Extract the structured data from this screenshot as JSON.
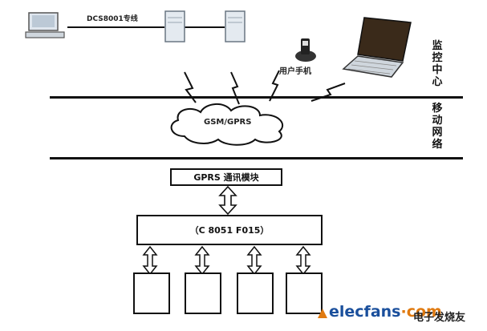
{
  "tiers": {
    "monitoring_center": "监控中心",
    "mobile_network": "移动网络",
    "field_end": ""
  },
  "top": {
    "link_label": "DCS8001专线",
    "nodes": [
      {
        "icon": "desktop-computer-icon",
        "label": ""
      },
      {
        "icon": "server-icon",
        "label": ""
      },
      {
        "icon": "server-icon",
        "label": ""
      },
      {
        "icon": "mobile-phone-icon",
        "label": "用户手机"
      },
      {
        "icon": "laptop-icon",
        "label": ""
      }
    ]
  },
  "network": {
    "cloud_label": "GSM/GPRS"
  },
  "field": {
    "gprs_module": "GPRS 通讯模块",
    "host_title": "",
    "host_model": "（C 8051 F015）",
    "modules": [
      "",
      "",
      "",
      ""
    ]
  },
  "watermark": {
    "brand": "elecfans",
    "dotcom": "·com",
    "cn": "电子发烧友"
  },
  "colors": {
    "line": "#111111",
    "watermark_blue": "#1a4f9c",
    "watermark_orange": "#e07a10"
  }
}
